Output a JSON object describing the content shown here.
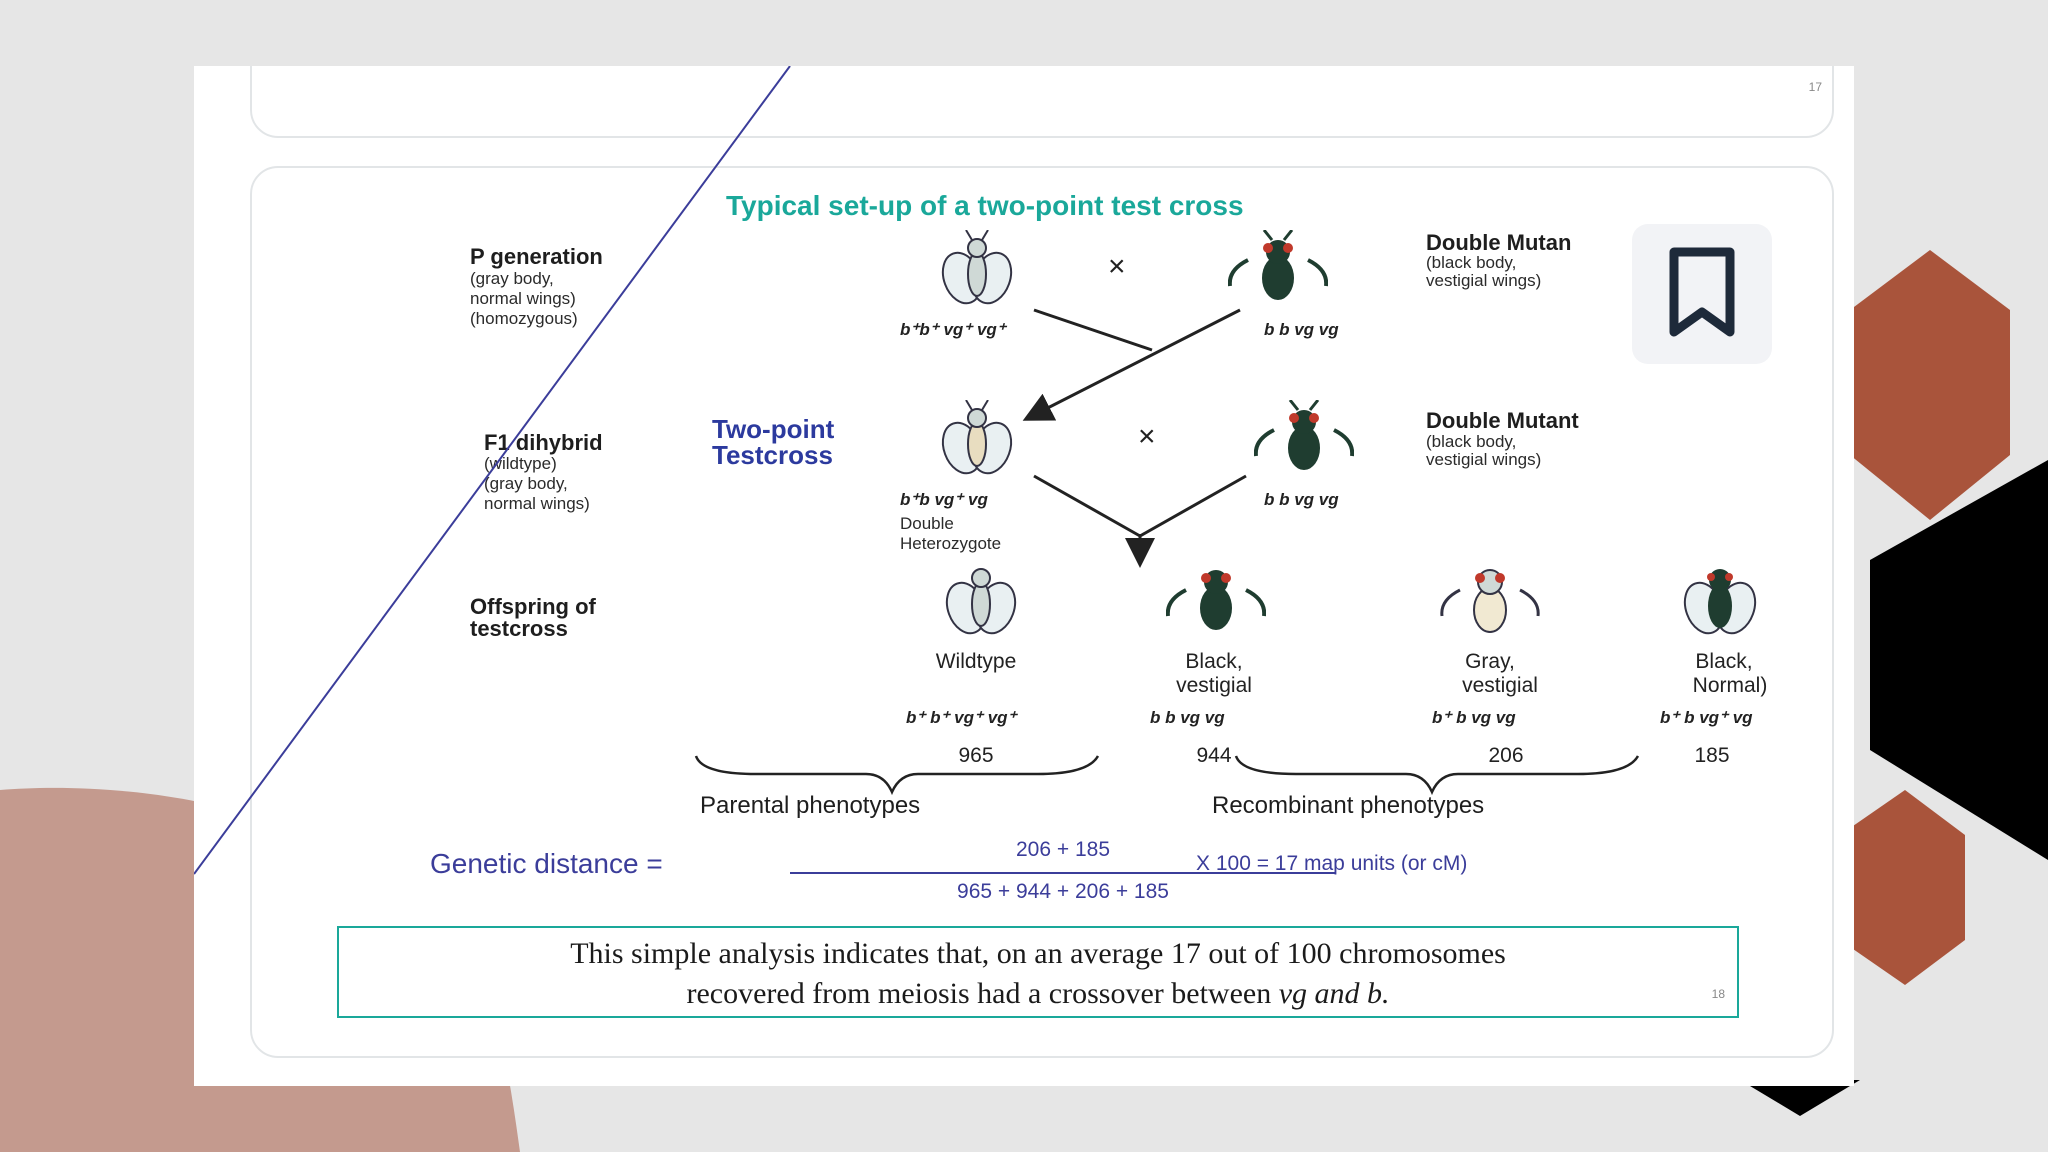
{
  "diagram": {
    "title": "Typical set-up of a two-point test cross",
    "p_generation": {
      "label": "P generation",
      "desc": [
        "(gray body,",
        "normal wings)",
        "(homozygous)"
      ],
      "wildtype_genotype": "b⁺b⁺ vg⁺ vg⁺",
      "mutant_label": "Double Mutan",
      "mutant_desc": [
        "(black body,",
        "vestigial wings)"
      ],
      "mutant_genotype": "b b vg vg"
    },
    "f1": {
      "label": "F1 dihybrid",
      "desc": [
        "(wildtype)",
        "(gray body,",
        "normal wings)"
      ],
      "testcross_label": [
        "Two-point",
        "Testcross"
      ],
      "genotype": "b⁺b  vg⁺  vg",
      "note": [
        "Double",
        "Heterozygote"
      ],
      "mutant_label": "Double Mutant",
      "mutant_desc": [
        "(black body,",
        "vestigial wings)"
      ],
      "mutant_genotype": "b b vg vg"
    },
    "cross_symbol": "×",
    "offspring": {
      "label": [
        "Offspring of",
        "testcross"
      ],
      "items": [
        {
          "phenotype": [
            "Wildtype"
          ],
          "genotype": "b⁺ b⁺ vg⁺ vg⁺",
          "count": "965"
        },
        {
          "phenotype": [
            "Black,",
            "vestigial"
          ],
          "genotype": "b b vg vg",
          "count": "944"
        },
        {
          "phenotype": [
            "Gray,",
            "vestigial"
          ],
          "genotype": "b⁺ b  vg vg",
          "count": "206"
        },
        {
          "phenotype": [
            "Black,",
            "Normal)"
          ],
          "genotype": "b⁺ b vg⁺ vg",
          "count": "185"
        }
      ],
      "parental_label": "Parental phenotypes",
      "recombinant_label": "Recombinant phenotypes"
    },
    "genetic_distance": {
      "label": "Genetic distance =",
      "numerator": "206 + 185",
      "denominator": "965 + 944 + 206 + 185",
      "tail": "X 100  = 17 map units (or cM)"
    },
    "conclusion": {
      "line1": "This simple analysis indicates that, on an average 17 out of 100 chromosomes",
      "line2_prefix": "recovered from meiosis had a crossover between ",
      "line2_italic": "vg and b."
    },
    "page_number": "18",
    "prev_page_number": "17"
  },
  "colors": {
    "title_teal": "#1aa89a",
    "label_blue": "#2c3a9e",
    "hexagon_rust": "#a9543b",
    "blob_pink": "#c49a8e",
    "fly_dark": "#1f3d30",
    "fly_eye": "#c0392b"
  },
  "icons": [
    "bookmark-icon",
    "fly-icon",
    "cross-icon",
    "arrow-icon",
    "brace-icon"
  ]
}
